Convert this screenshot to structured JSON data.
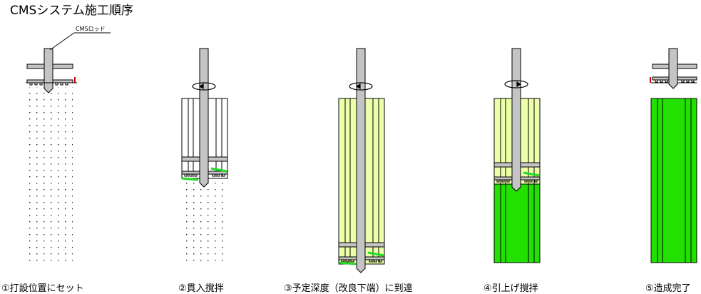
{
  "title": "CMSシステム施工順序",
  "callout": "CMSロッド",
  "colors": {
    "untreated_soil": "#ffffff",
    "mixed_soil": "#eeffaa",
    "improved_column": "#22e000",
    "rod": "#c4c4c4",
    "blade": "#22dd22",
    "edge_marker": "#cc0000"
  },
  "icons": [
    "rotation-arrow-icon"
  ],
  "steps": [
    {
      "label": "①打設位置にセット"
    },
    {
      "label": "②貫入撹拌"
    },
    {
      "label": "③予定深度（改良下端）に到達"
    },
    {
      "label": "④引上げ撹拌"
    },
    {
      "label": "⑤造成完了"
    }
  ]
}
